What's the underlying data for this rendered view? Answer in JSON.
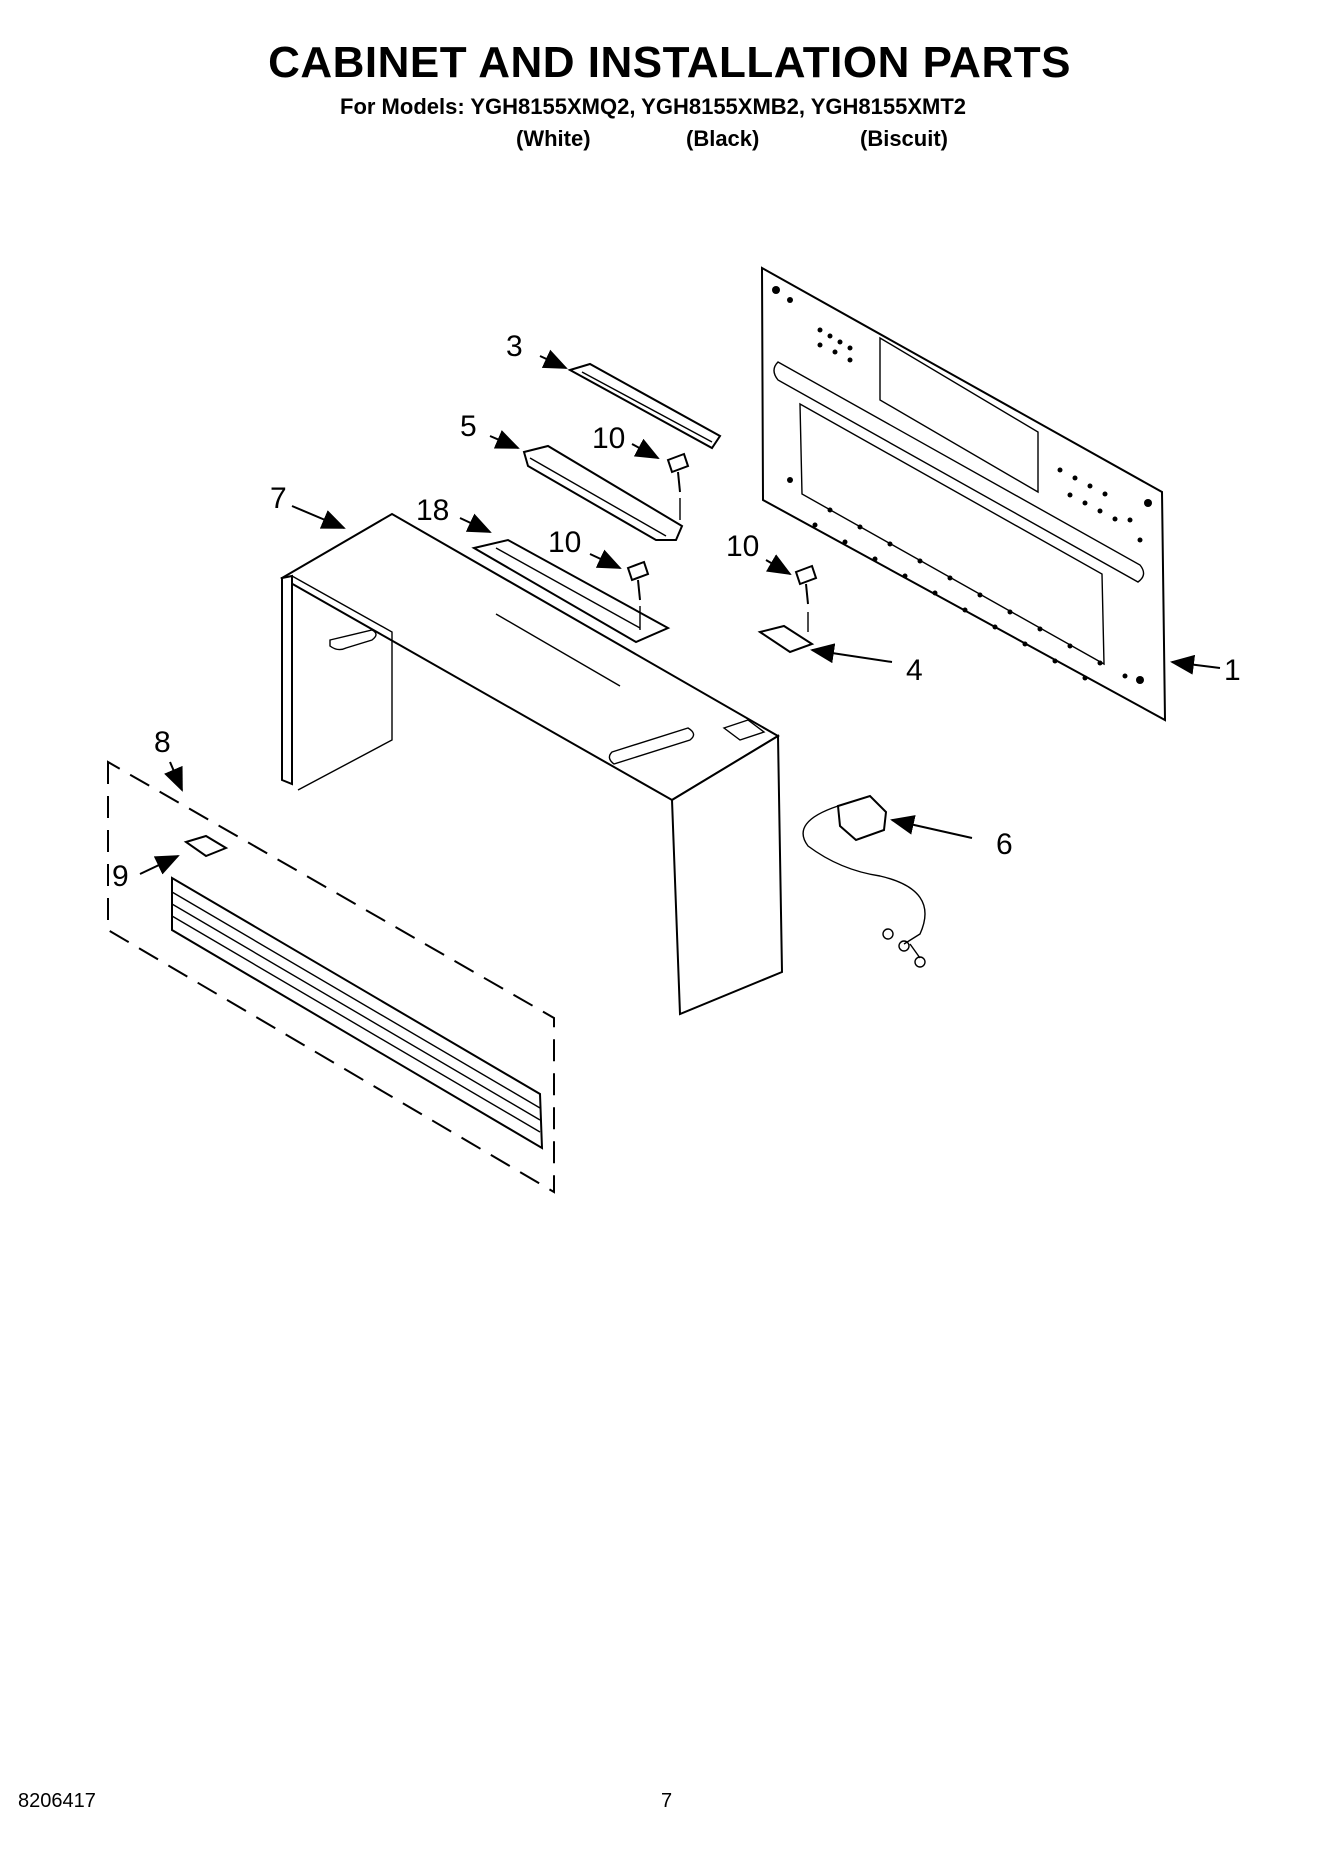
{
  "header": {
    "title": "CABINET AND INSTALLATION PARTS",
    "models_line": "For Models: YGH8155XMQ2, YGH8155XMB2, YGH8155XMT2",
    "variants": [
      "(White)",
      "(Black)",
      "(Biscuit)"
    ]
  },
  "callouts": {
    "c1": "1",
    "c3": "3",
    "c4": "4",
    "c5": "5",
    "c6": "6",
    "c7": "7",
    "c8": "8",
    "c9": "9",
    "c10a": "10",
    "c10b": "10",
    "c10c": "10",
    "c18": "18"
  },
  "footer": {
    "doc_number": "8206417",
    "page_number": "7"
  }
}
